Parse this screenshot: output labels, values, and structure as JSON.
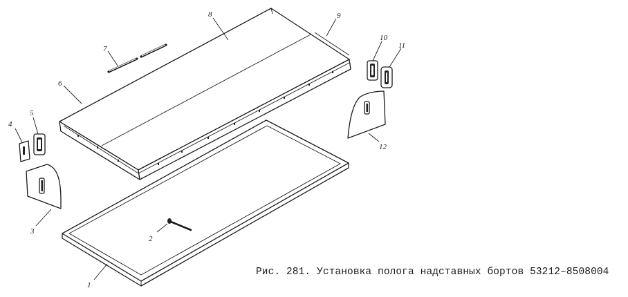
{
  "caption": "Рис. 281. Установка полога надставных бортов 53212–8508004",
  "callouts": {
    "c1": "1",
    "c2": "2",
    "c3": "3",
    "c4": "4",
    "c5": "5",
    "c6": "6",
    "c7": "7",
    "c8": "8",
    "c9": "9",
    "c10": "10",
    "c11": "11",
    "c12": "12"
  }
}
